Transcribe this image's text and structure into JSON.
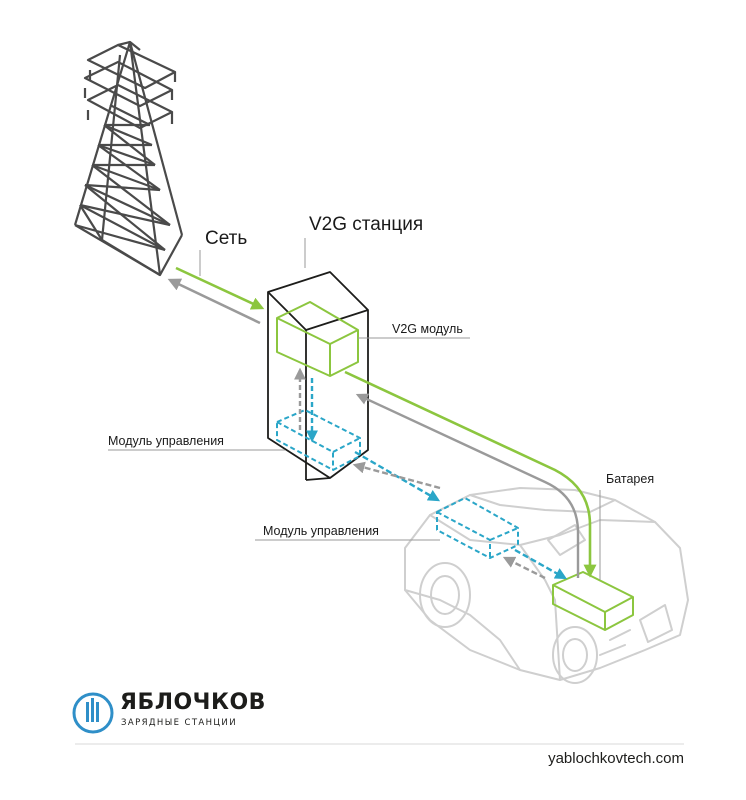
{
  "labels": {
    "grid": "Сеть",
    "station": "V2G станция",
    "v2g_module": "V2G модуль",
    "control_module_station": "Модуль управления",
    "battery": "Батарея",
    "control_module_car": "Модуль управления"
  },
  "brand": {
    "name": "ЯБЛОЧКОВ",
    "tagline": "ЗАРЯДНЫЕ СТАНЦИИ",
    "website": "yablochkovtech.com"
  },
  "colors": {
    "green": "#8cc63f",
    "blue": "#2aa6c8",
    "gray": "#9a9a9a",
    "tower": "#4a4a4a",
    "car_outline": "#cfcfcf",
    "logo_blue": "#2f8fc8"
  },
  "icons": {
    "logo": "pylon-logo-icon",
    "tower": "transmission-tower-icon",
    "car": "suv-car-icon"
  }
}
